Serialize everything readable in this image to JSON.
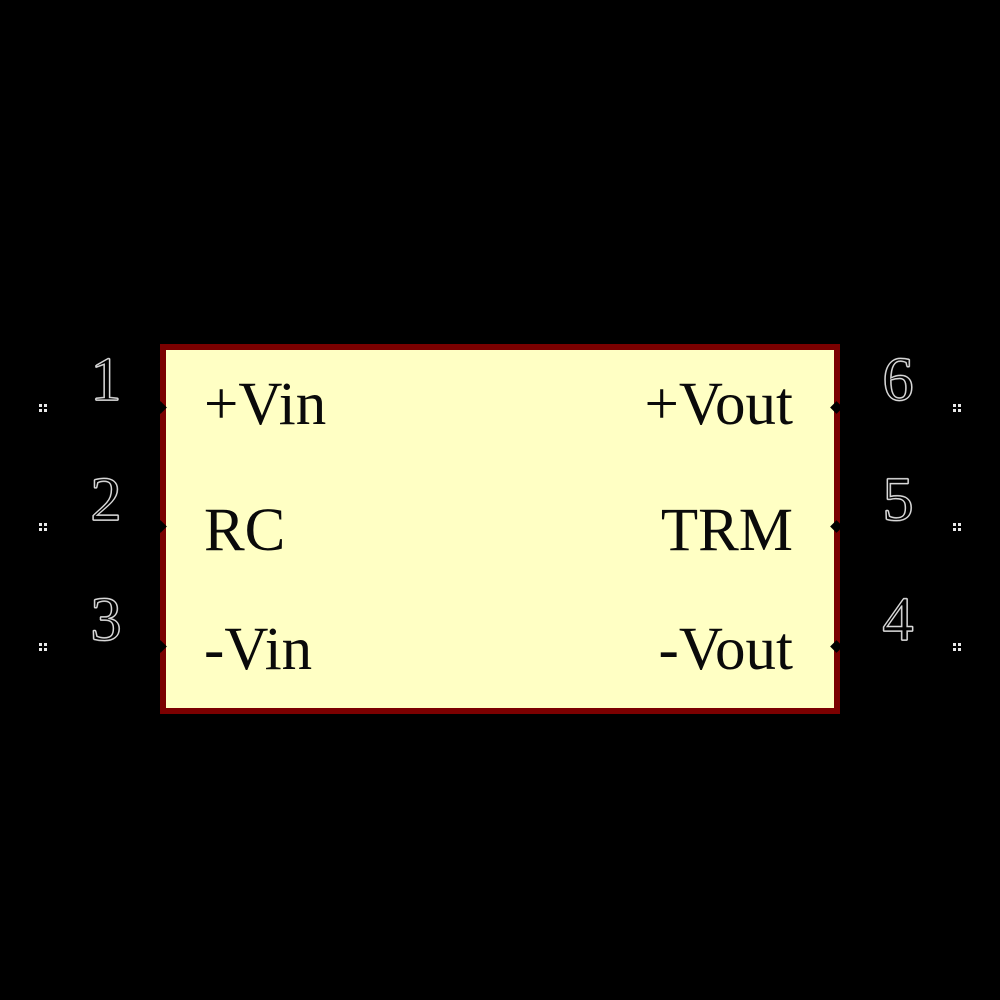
{
  "component": {
    "kind": "dc-dc-converter-schematic-symbol",
    "left_pins": [
      {
        "number": "1",
        "label": "+Vin"
      },
      {
        "number": "2",
        "label": "RC"
      },
      {
        "number": "3",
        "label": "-Vin"
      }
    ],
    "right_pins": [
      {
        "number": "6",
        "label": "+Vout"
      },
      {
        "number": "5",
        "label": "TRM"
      },
      {
        "number": "4",
        "label": "-Vout"
      }
    ],
    "colors": {
      "canvas_background": "#000000",
      "body_fill": "#FFFFC4",
      "body_border": "#7B0000",
      "label_text": "#000000",
      "pin_number_outline": "#D9D9D9",
      "net_marker": "#E8E8E8"
    }
  }
}
